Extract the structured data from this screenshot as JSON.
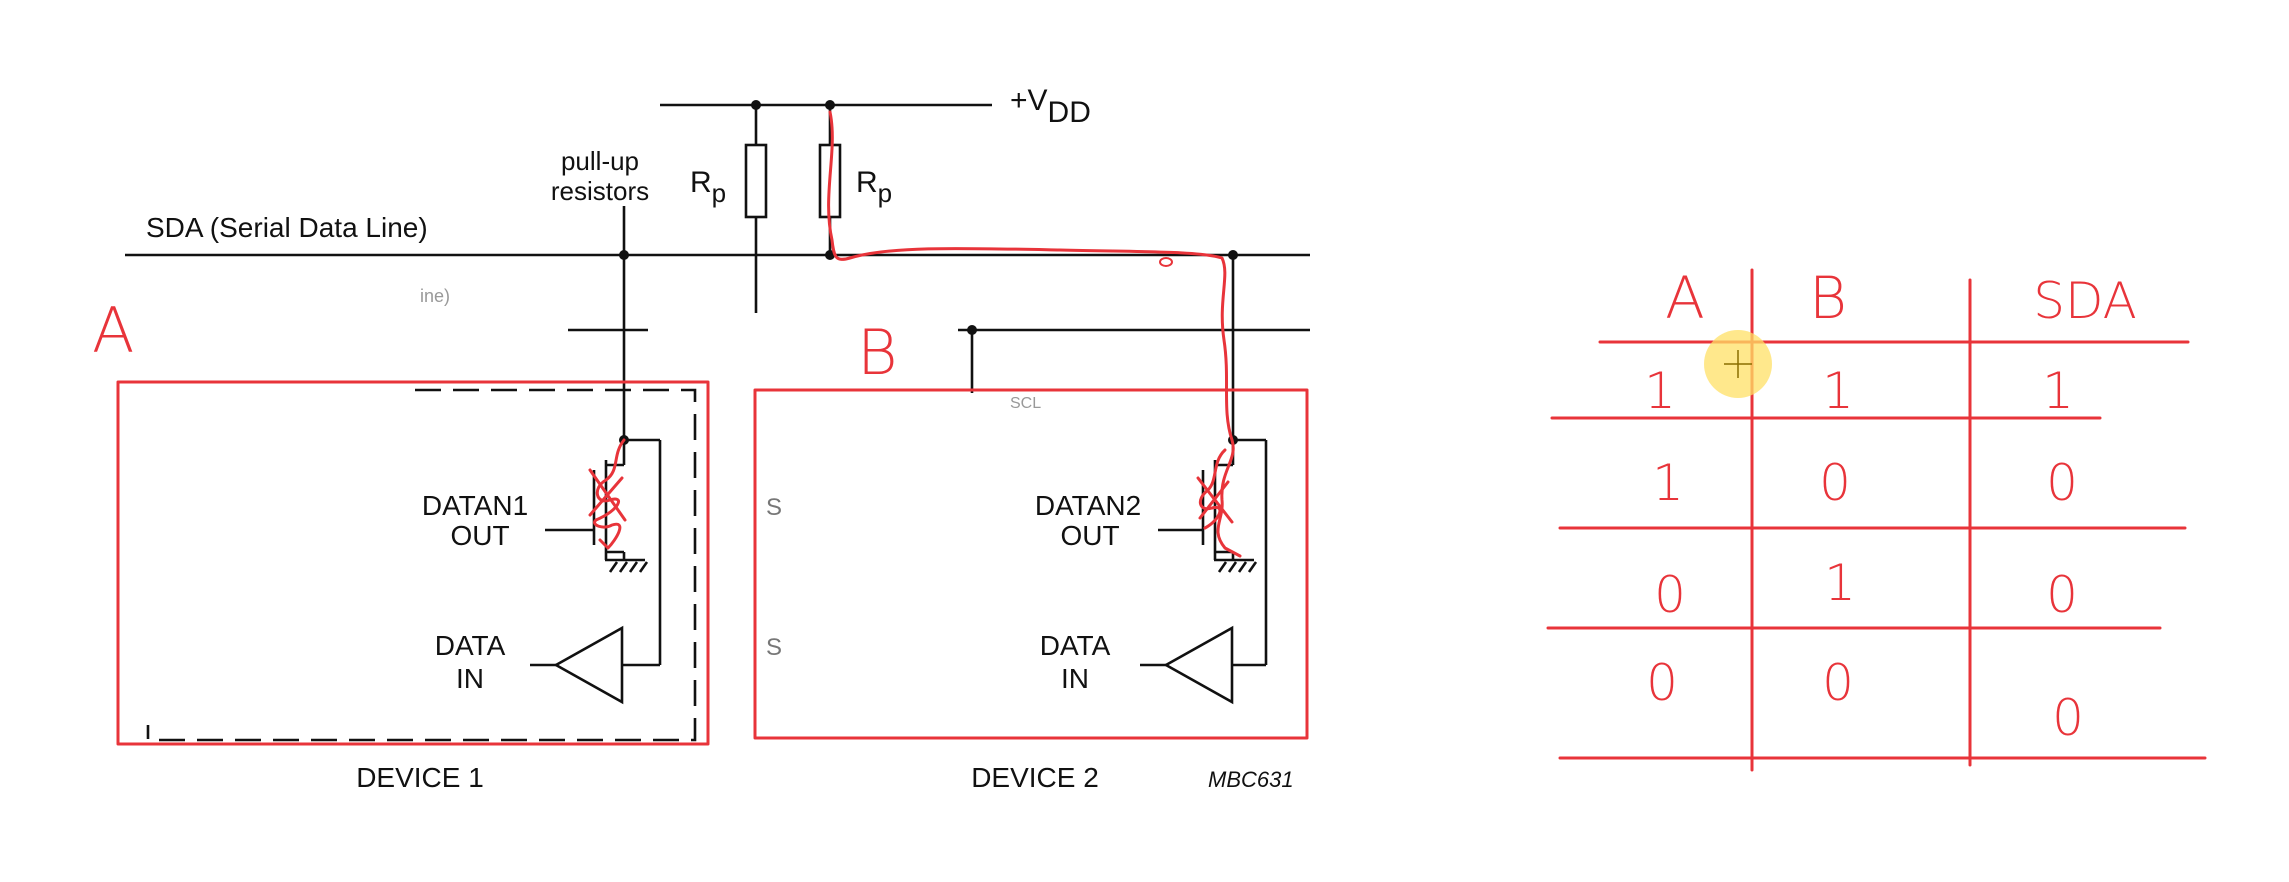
{
  "colors": {
    "schematic": "#111111",
    "annotation_red": "#e8343a",
    "cursor_highlight": "#ffe066"
  },
  "schematic": {
    "supply_label_prefix": "+V",
    "supply_label_sub": "DD",
    "sda_label": "SDA (Serial Data Line)",
    "pullup_label_line1": "pull-up",
    "pullup_label_line2": "resistors",
    "resistor_label_main": "R",
    "resistor_label_sub": "p",
    "scl_fragment": "ine)",
    "scl_fragment_2": "SCL",
    "device1": {
      "out_line1": "DATAN1",
      "out_line2": "OUT",
      "in_line1": "DATA",
      "in_line2": "IN",
      "name": "DEVICE 1"
    },
    "device2": {
      "out_line1": "DATAN2",
      "out_line2": "OUT",
      "in_line1": "DATA",
      "in_line2": "IN",
      "name": "DEVICE 2"
    },
    "side_fragment": "S",
    "figure_code": "MBC631"
  },
  "annotations": {
    "label_a": "A",
    "label_b": "B"
  },
  "truth_table": {
    "headers": [
      "A",
      "B",
      "SDA"
    ],
    "rows": [
      [
        "1",
        "1",
        "1"
      ],
      [
        "1",
        "0",
        "0"
      ],
      [
        "0",
        "1",
        "0"
      ],
      [
        "0",
        "0",
        "0"
      ]
    ]
  }
}
